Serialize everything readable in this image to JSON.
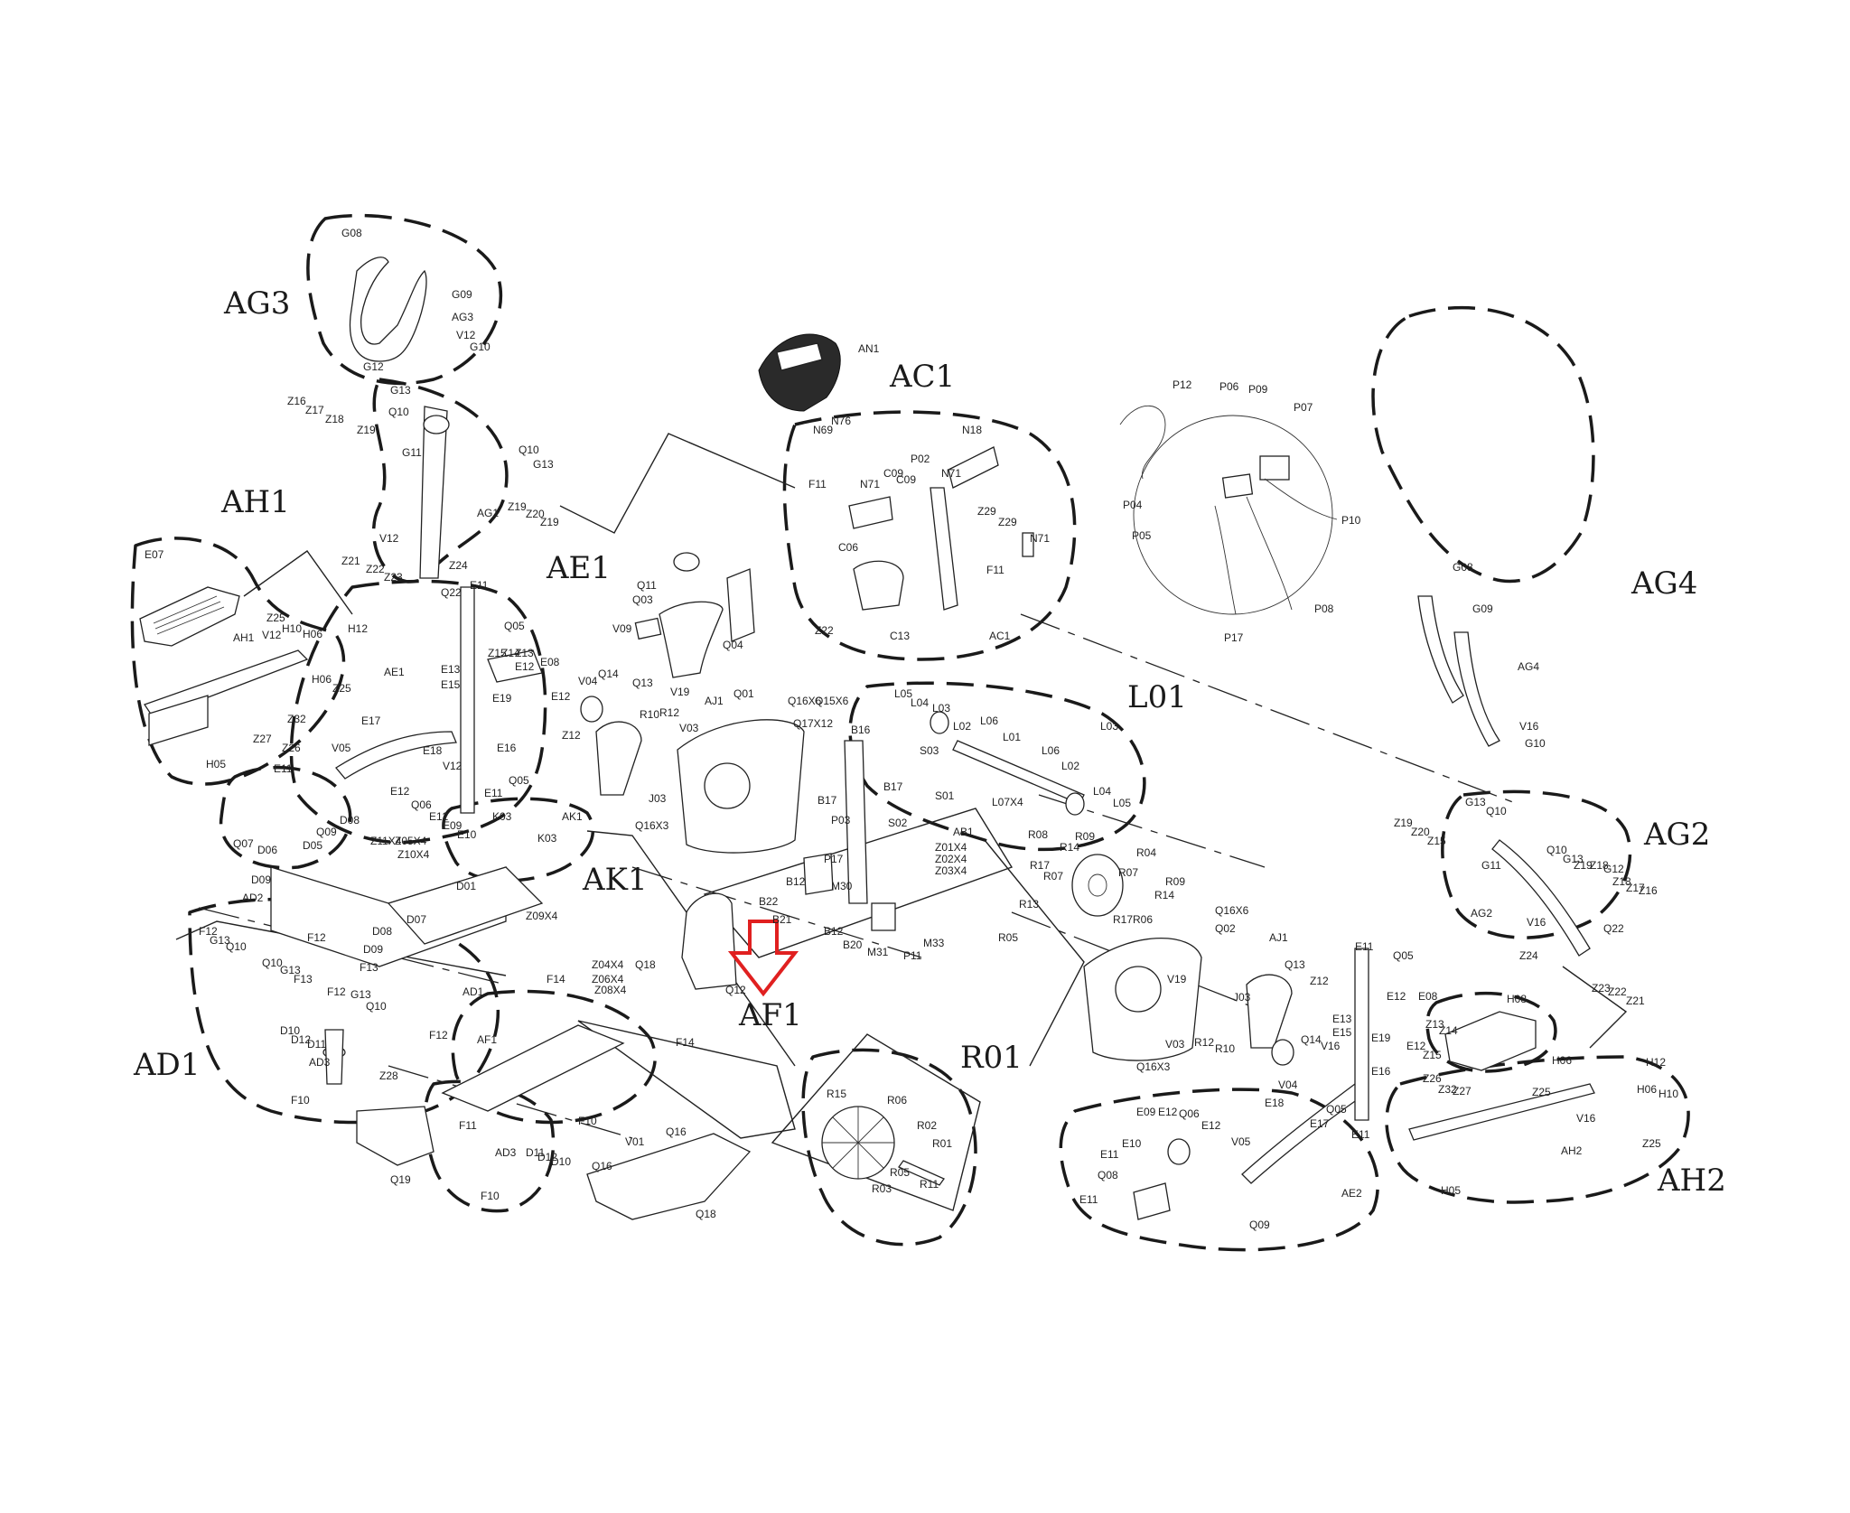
{
  "diagram": {
    "highlight_color": "#e02020",
    "line_color": "#1a1a1a",
    "background": "#ffffff",
    "group_labels": {
      "AG3": "AG3",
      "AH1": "AH1",
      "AE1": "AE1",
      "AC1": "AC1",
      "AK1": "AK1",
      "AF1": "AF1",
      "R01": "R01",
      "AD1": "AD1",
      "L01": "L01",
      "AG4": "AG4",
      "AG2": "AG2",
      "AH2": "AH2"
    },
    "part_labels": {
      "g08_top": "G08",
      "g09_top": "G09",
      "ag3_small": "AG3",
      "v12_top": "V12",
      "g10_top": "G10",
      "g12_l": "G12",
      "g13_l": "G13",
      "z16_l": "Z16",
      "z17_l": "Z17",
      "z18_l": "Z18",
      "z19_l": "Z19",
      "q10_l": "Q10",
      "g11_l": "G11",
      "g10_l": "Q10",
      "g13_l2": "G13",
      "z19_l2": "Z19",
      "z20_l": "Z20",
      "z19_l3": "Z19",
      "ag1_small": "AG1",
      "v12_l": "V12",
      "z21_l": "Z21",
      "z22_l": "Z22",
      "z23_l": "Z23",
      "z24_l": "Z24",
      "q22_l": "Q22",
      "e11_l": "E11",
      "e07": "E07",
      "ah1_small": "AH1",
      "z25_l": "Z25",
      "v12_ah": "V12",
      "h10_l": "H10",
      "h06_l": "H06",
      "h12_l": "H12",
      "h06_l2": "H06",
      "z25_l2": "Z25",
      "z27_l": "Z27",
      "z26_l": "Z26",
      "z32_l": "Z32",
      "h05_l": "H05",
      "e17_l": "E17",
      "ae1_small": "AE1",
      "q05_l": "Q05",
      "z15_l": "Z15",
      "z14_l": "Z14",
      "z13_l": "Z13",
      "e12_l": "E12",
      "e08_l": "E08",
      "e13_l": "E13",
      "e15_l": "E15",
      "e19_l": "E19",
      "e16_l": "E16",
      "q05_l2": "Q05",
      "v12_ae": "V12",
      "v05_l": "V05",
      "e18_l": "E18",
      "e11_l2": "E11",
      "e11_l3": "E11",
      "q07_l": "Q07",
      "q09_l": "Q09",
      "d08_l": "D08",
      "d06_l": "D06",
      "d05_l": "D05",
      "q06_l": "Q06",
      "e12_l2": "E12",
      "e09_l": "E09",
      "e10_l": "E10",
      "e12_l3": "E12",
      "v04_l": "V04",
      "q14_l": "Q14",
      "q13_l": "Q13",
      "e12_m": "E12",
      "z12_l": "Z12",
      "r10_l": "R10",
      "r12_l": "R12",
      "j03_l": "J03",
      "v19_l": "V19",
      "v03_l": "V03",
      "aj1_small": "AJ1",
      "q01_l": "Q01",
      "q16x6_l": "Q16X6",
      "q15x6_l": "Q15X6",
      "q17x12_l": "Q17X12",
      "q16x3_l": "Q16X3",
      "q11_l": "Q11",
      "q03_l": "Q03",
      "v09_l": "V09",
      "q04_l": "Q04",
      "an1_l": "AN1",
      "n76_l": "N76",
      "n69_l": "N69",
      "f11_c": "F11",
      "n71_c": "N71",
      "c09_c": "C09",
      "c09_c2": "C09",
      "p02_c": "P02",
      "n71_c2": "N71",
      "n18_c": "N18",
      "z29_c": "Z29",
      "z29_c2": "Z29",
      "c06_c": "C06",
      "f11_c2": "F11",
      "n71_c3": "N71",
      "z22_c": "Z22",
      "c13_c": "C13",
      "ac1_small": "AC1",
      "p12_l": "P12",
      "p06_l": "P06",
      "p09_l": "P09",
      "p07_l": "P07",
      "p04_l": "P04",
      "p05_l": "P05",
      "p10_l": "P10",
      "p08_l": "P08",
      "p17_top": "P17",
      "l05_l": "L05",
      "l04_l": "L04",
      "l03_l": "L03",
      "s03_l": "S03",
      "l02_l": "L02",
      "l06_l": "L06",
      "l01_l": "L01",
      "l06_l2": "L06",
      "l02_l2": "L02",
      "l03_l2": "L03",
      "l07x4_l": "L07X4",
      "l04_l2": "L04",
      "l05_l2": "L05",
      "b16_l": "B16",
      "b17_l": "B17",
      "b17_l2": "B17",
      "s01_l": "S01",
      "s02_l": "S02",
      "p03_l": "P03",
      "p17_l": "P17",
      "ab1_small": "AB1",
      "z01x4": "Z01X4",
      "z02x4": "Z02X4",
      "z03x4": "Z03X4",
      "b12_l": "B12",
      "m30_l": "M30",
      "b22_l": "B22",
      "b21_l": "B21",
      "b12_l2": "B12",
      "b20_l": "B20",
      "m31_l": "M31",
      "p11_l": "P11",
      "m33_l": "M33",
      "r08_l": "R08",
      "r14_l": "R14",
      "r09_l": "R09",
      "r17_l": "R17",
      "r07_l": "R07",
      "r04_l": "R04",
      "r07_l2": "R07",
      "r09_l2": "R09",
      "r14_l2": "R14",
      "r17r06_l": "R17R06",
      "r13_l": "R13",
      "r05_l": "R05",
      "k03_l": "K03",
      "ak1_small": "AK1",
      "k03_l2": "K03",
      "z11x4": "Z11X4",
      "z05x4": "Z05X4",
      "z10x4": "Z10X4",
      "d09_l": "D09",
      "d07_l": "D07",
      "d08_l2": "D08",
      "z09x4": "Z09X4",
      "d09_l2": "D09",
      "d01_l": "D01",
      "ad1_small": "AD1",
      "ad2_l": "AD2",
      "g13_ad": "G13",
      "q10_ad": "Q10",
      "f12_l": "F12",
      "q10_ad2": "Q10",
      "g13_ad2": "G13",
      "f13_l": "F13",
      "f12_l2": "F12",
      "f13_l2": "F13",
      "f12_l3": "F12",
      "g13_ad3": "G13",
      "q10_ad3": "Q10",
      "f12_l4": "F12",
      "d10_l": "D10",
      "d12_l": "D12",
      "d11_l": "D11",
      "ad3_l": "AD3",
      "f10_l": "F10",
      "z28_l": "Z28",
      "q19_l": "Q19",
      "f11_bl": "F11",
      "f10_bl": "F10",
      "ad3_bl": "AD3",
      "d11_bl": "D11",
      "d12_bl": "D12",
      "d10_bl": "D10",
      "f14_l": "F14",
      "z04x4": "Z04X4",
      "z06x4": "Z06X4",
      "z08x4": "Z08X4",
      "af1_small": "AF1",
      "f10_l2": "F10",
      "f14_l2": "F14",
      "q18_l": "Q18",
      "q12_l": "Q12",
      "v01_l": "V01",
      "q16_bot": "Q16",
      "q16_bot2": "Q16",
      "q18_bot": "Q18",
      "r15_l": "R15",
      "r06_l": "R06",
      "r02_l": "R02",
      "r01_small": "R01",
      "r05_bot": "R05",
      "r03_l": "R03",
      "r11_l": "R11",
      "q16x6_r": "Q16X6",
      "q02_l": "Q02",
      "v19_r": "V19",
      "aj1_r": "AJ1",
      "q13_r": "Q13",
      "z12_r": "Z12",
      "j03_r": "J03",
      "v03_r": "V03",
      "r12_r": "R12",
      "r10_r": "R10",
      "q14_r": "Q14",
      "v16_r": "V16",
      "v04_r": "V04",
      "q16x3_r": "Q16X3",
      "e11_r": "E11",
      "q05_r": "Q05",
      "e13_r": "E13",
      "e15_r": "E15",
      "e12_r": "E12",
      "e08_r": "E08",
      "e19_r": "E19",
      "e16_r": "E16",
      "q05_r2": "Q05",
      "e11_r2": "E11",
      "e17_r": "E17",
      "e18_r": "E18",
      "ae2_small": "AE2",
      "e09_r": "E09",
      "e12_r2": "E12",
      "q06_r": "Q06",
      "e10_r": "E10",
      "e11_r3": "E11",
      "e12_r3": "E12",
      "q08_r": "Q08",
      "e11_r4": "E11",
      "v05_r": "V05",
      "q09_r": "Q09",
      "g08_r": "G08",
      "g09_r": "G09",
      "ag4_small": "AG4",
      "v16_ag4": "V16",
      "g10_ag4": "G10",
      "z19_r": "Z19",
      "z20_r": "Z20",
      "z15_r": "Z15",
      "g13_r": "G13",
      "q10_r": "Q10",
      "g11_r": "G11",
      "q10_r2": "Q10",
      "g13_r2": "G13",
      "z19_r2": "Z19",
      "z18_r": "Z18",
      "g12_r": "G12",
      "z18_r2": "Z18",
      "z17_r": "Z17",
      "z16_r": "Z16",
      "ag2_small": "AG2",
      "v16_r2": "V16",
      "z24_r": "Z24",
      "q22_r": "Q22",
      "z23_r": "Z23",
      "z22_r": "Z22",
      "z21_r": "Z21",
      "h08_r": "H08",
      "z13_r": "Z13",
      "z14_r": "Z14",
      "z15_r2": "Z15",
      "e12_r4": "E12",
      "h06_r": "H06",
      "h12_r": "H12",
      "z25_r": "Z25",
      "h06_r2": "H06",
      "h10_r": "H10",
      "z26_r": "Z26",
      "z32_r": "Z32",
      "z27_r": "Z27",
      "ah2_small": "AH2",
      "z25_r2": "Z25",
      "h05_r": "H05",
      "v16_r3": "V16"
    }
  }
}
